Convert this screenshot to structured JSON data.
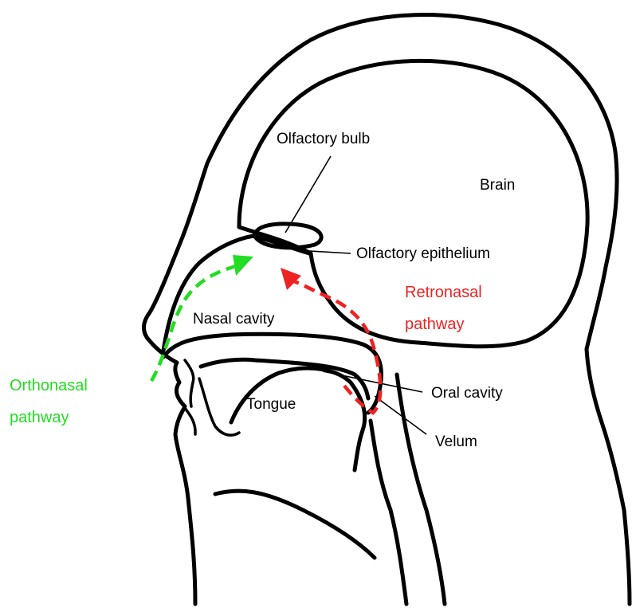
{
  "labels": {
    "olfactory_bulb": "Olfactory bulb",
    "brain": "Brain",
    "olfactory_epithelium": "Olfactory epithelium",
    "retronasal_line1": "Retronasal",
    "retronasal_line2": "pathway",
    "nasal_cavity": "Nasal cavity",
    "orthonasal_line1": "Orthonasal",
    "orthonasal_line2": "pathway",
    "oral_cavity": "Oral cavity",
    "tongue": "Tongue",
    "velum": "Velum"
  },
  "colors": {
    "orthonasal": "#22dd22",
    "retronasal": "#ee2222",
    "outline": "#000000"
  }
}
